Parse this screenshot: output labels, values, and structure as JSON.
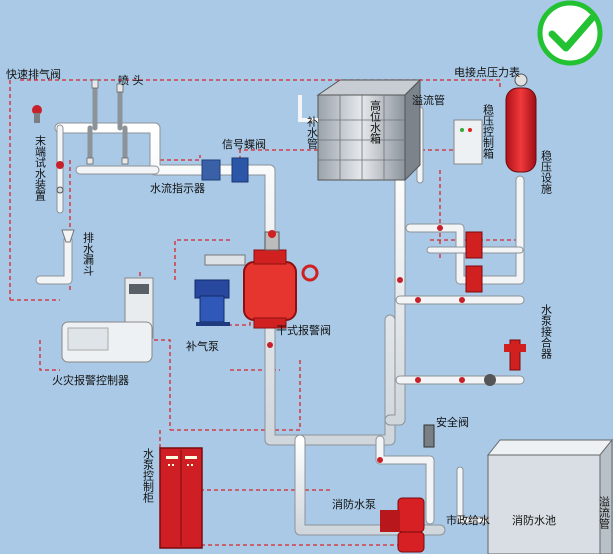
{
  "labels": {
    "quick_exhaust_valve": "快速排气阀",
    "sprinkler_head": "喷 头",
    "end_test_device": "末端试水装置",
    "drain_funnel": "排水漏斗",
    "water_flow_indicator": "水流指示器",
    "signal_butterfly_valve": "信号蝶阀",
    "fire_alarm_controller": "火灾报警控制器",
    "air_pump": "补气泵",
    "dry_alarm_valve": "干式报警阀",
    "pump_control_cabinet": "水泵控制柜",
    "high_tank": "高位水箱",
    "makeup_pipe": "补水管",
    "overflow_pipe": "溢流管",
    "pressure_gauge": "电接点压力表",
    "stabilizer_cabinet": "稳压控制箱",
    "stabilizer_device": "稳压设施",
    "pump_adapter": "水泵接合器",
    "safety_valve": "安全阀",
    "fire_pump": "消防水泵",
    "municipal_supply": "市政给水",
    "fire_pool": "消防水池",
    "overflow_pipe_2": "溢流管"
  },
  "icons": {
    "check": "check-circle-icon"
  },
  "colors": {
    "background": "#a9c9e6",
    "pipe": "#f2f4f6",
    "signal_line": "#d9262b",
    "check": "#22c232"
  }
}
